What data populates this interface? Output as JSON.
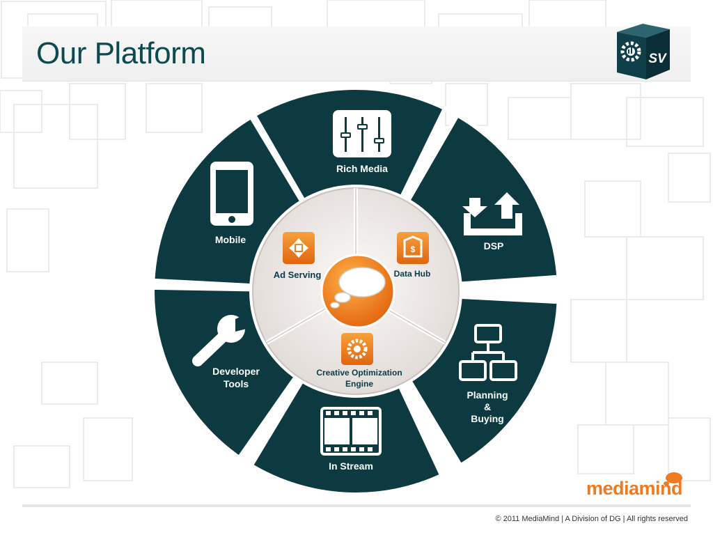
{
  "page": {
    "title": "Our Platform"
  },
  "header_logo": {
    "text": "SV",
    "icon": "gear-cube-icon"
  },
  "platform": {
    "outer_segments": [
      {
        "label": "Rich Media",
        "icon": "sliders-icon"
      },
      {
        "label": "DSP",
        "icon": "inbox-transfer-icon"
      },
      {
        "label": "Planning\n&\nBuying",
        "icon": "hierarchy-icon"
      },
      {
        "label": "In Stream",
        "icon": "film-strip-icon"
      },
      {
        "label": "Developer\nTools",
        "icon": "wrench-icon"
      },
      {
        "label": "Mobile",
        "icon": "mobile-phone-icon"
      }
    ],
    "inner_segments": [
      {
        "label": "Ad Serving",
        "icon": "ad-serving-icon"
      },
      {
        "label": "Data Hub",
        "icon": "data-hub-icon"
      },
      {
        "label": "Creative Optimization\nEngine",
        "icon": "optimization-gear-icon"
      }
    ],
    "center_icon": "speech-bubble-icon"
  },
  "colors": {
    "segment": "#0d3a40",
    "accent": "#ef7a1f",
    "title": "#0d4a4f",
    "inner_hub": "#ebe6e3"
  },
  "footer": {
    "brand": "mediamind",
    "copyright": "© 2011 MediaMind | A Division of DG | All rights reserved"
  }
}
